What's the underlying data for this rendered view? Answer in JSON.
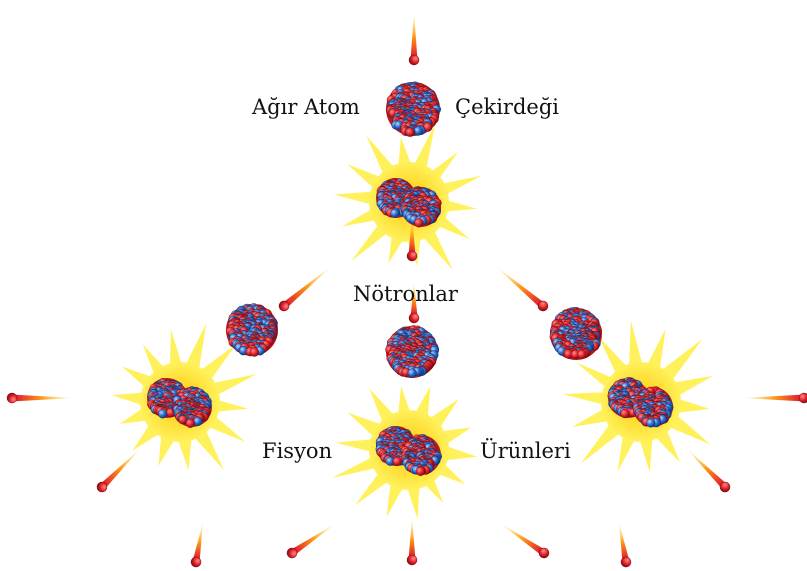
{
  "labels": {
    "heavy_nucleus_left": "Ağır Atom",
    "heavy_nucleus_right": "Çekirdeği",
    "neutrons": "Nötronlar",
    "fission_left": "Fisyon",
    "fission_right": "Ürünleri"
  },
  "colors": {
    "proton": "#e0222a",
    "neutron": "#2f6fd0",
    "flash": "#ffe92a",
    "flash_core": "#ffb21a",
    "neutron_trail_start": "#ffd21a",
    "neutron_trail_end": "#e0222a",
    "neutron_ball": "#e0222a",
    "text": "#111111"
  },
  "icons": {
    "nucleus": "nucleus-icon",
    "fission_flash": "fission-flash-icon",
    "neutron": "neutron-icon"
  }
}
